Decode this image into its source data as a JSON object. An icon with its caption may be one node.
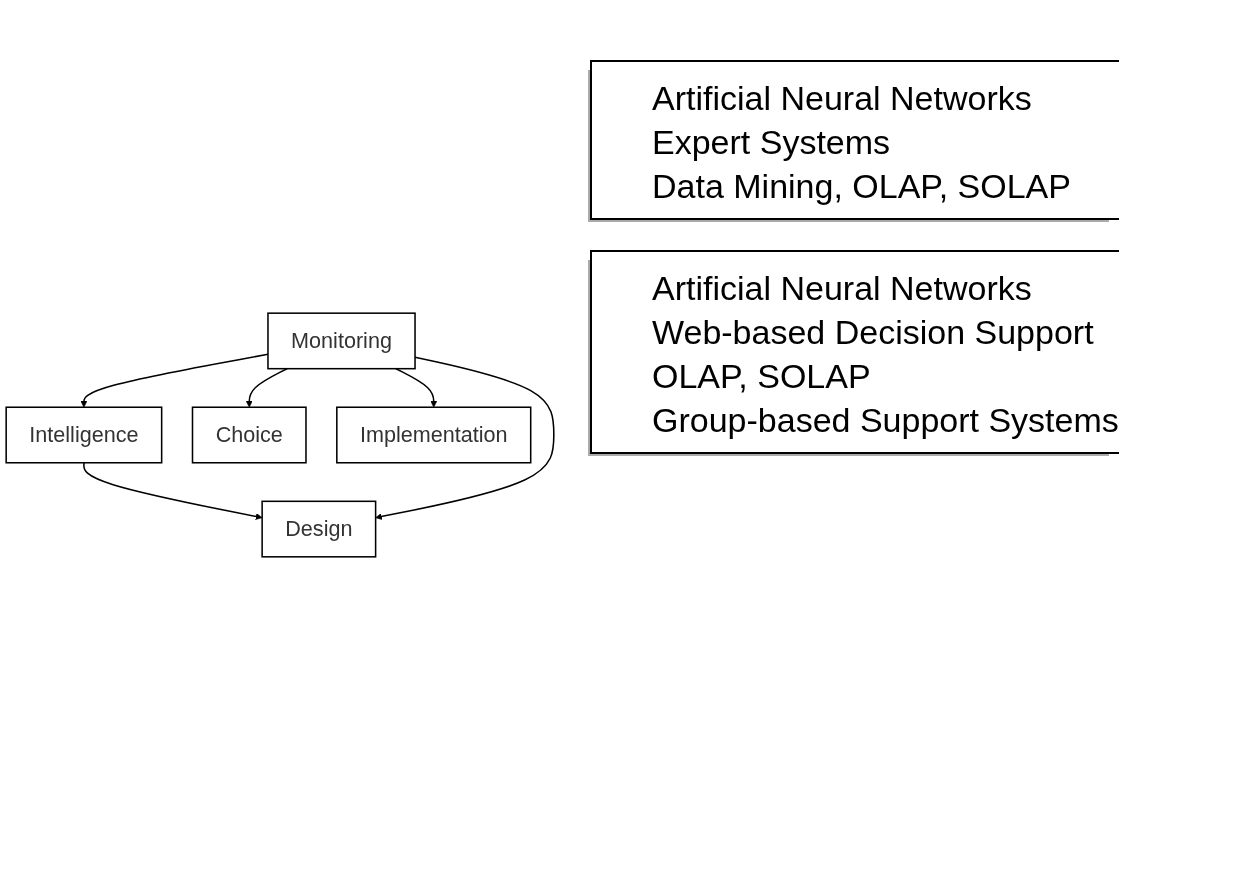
{
  "diagram": {
    "nodes": [
      {
        "text": [
          "Intelligence"
        ]
      },
      {
        "text": [
          "Design"
        ]
      },
      {
        "text": [
          "Choice"
        ]
      },
      {
        "text": [
          "Implementation"
        ]
      },
      {
        "text": [
          "Monitoring"
        ]
      }
    ],
    "edges": [
      {
        "from": 0,
        "to": 1,
        "arrow": "to"
      },
      {
        "from": 4,
        "to": 0,
        "arrow": "to"
      },
      {
        "from": 4,
        "to": 1,
        "arrow": "to"
      },
      {
        "from": 4,
        "to": 2,
        "arrow": "to"
      },
      {
        "from": 4,
        "to": 3,
        "arrow": "to"
      }
    ],
    "labels": [
      "Artificial Neural Networks",
      "Expert Systems",
      "Data Mining, OLAP, SOLAP",
      "Artificial Neural Networks",
      "Web-based Decision Support",
      "OLAP, SOLAP",
      "Group-based Support Systems"
    ]
  }
}
